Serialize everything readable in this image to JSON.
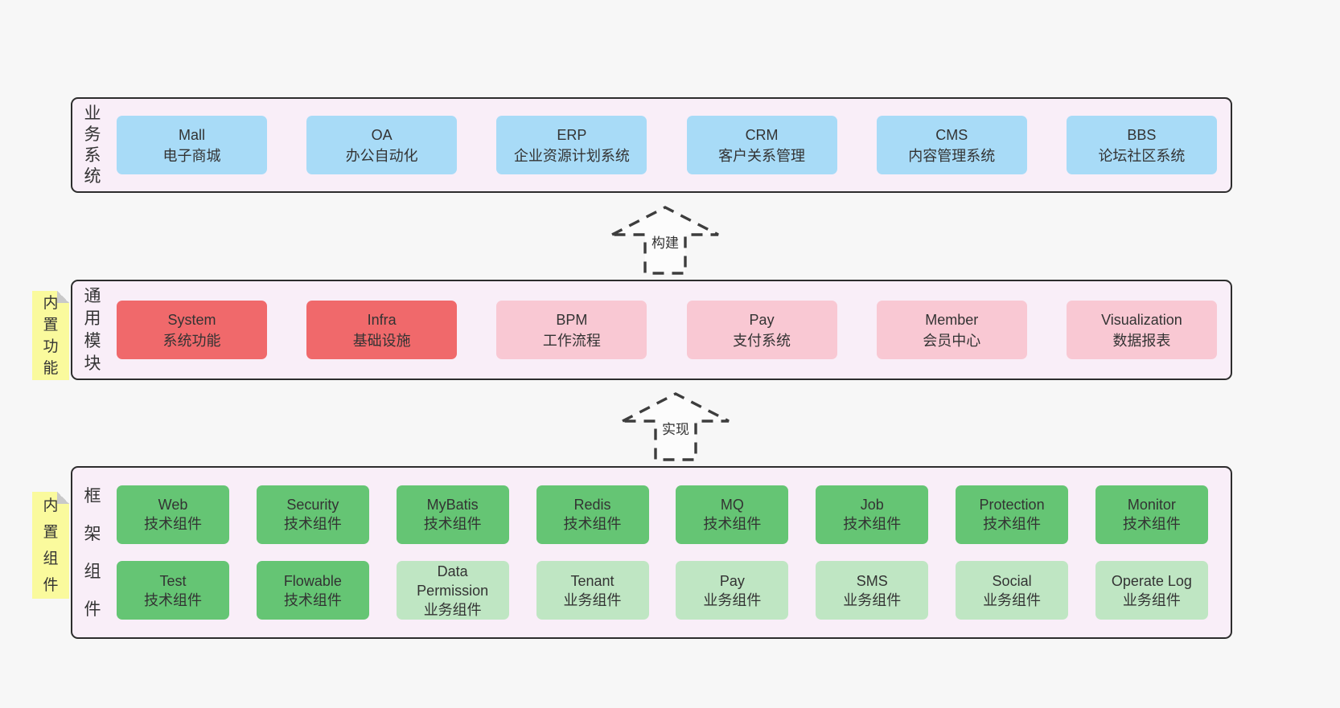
{
  "colors": {
    "page_bg": "#f7f7f7",
    "panel_bg": "#f9eef8",
    "panel_border": "#2d2d2d",
    "blue": "#a8dbf7",
    "red": "#f0696b",
    "pink": "#f9c8d3",
    "green": "#65c574",
    "green_light": "#bfe6c3",
    "yellow": "#fafa9d",
    "fold": "#c9c9c9",
    "text": "#333333",
    "arrow": "#3d3d3d"
  },
  "layers": [
    {
      "id": "business",
      "label": "业务系统",
      "rows": [
        [
          {
            "name": "Mall",
            "desc": "电子商城",
            "type": "blue"
          },
          {
            "name": "OA",
            "desc": "办公自动化",
            "type": "blue"
          },
          {
            "name": "ERP",
            "desc": "企业资源计划系统",
            "type": "blue"
          },
          {
            "name": "CRM",
            "desc": "客户关系管理",
            "type": "blue"
          },
          {
            "name": "CMS",
            "desc": "内容管理系统",
            "type": "blue"
          },
          {
            "name": "BBS",
            "desc": "论坛社区系统",
            "type": "blue"
          }
        ]
      ]
    },
    {
      "id": "modules",
      "label": "通用模块",
      "note": "内置功能",
      "rows": [
        [
          {
            "name": "System",
            "desc": "系统功能",
            "type": "red"
          },
          {
            "name": "Infra",
            "desc": "基础设施",
            "type": "red"
          },
          {
            "name": "BPM",
            "desc": "工作流程",
            "type": "pink"
          },
          {
            "name": "Pay",
            "desc": "支付系统",
            "type": "pink"
          },
          {
            "name": "Member",
            "desc": "会员中心",
            "type": "pink"
          },
          {
            "name": "Visualization",
            "desc": "数据报表",
            "type": "pink"
          }
        ]
      ]
    },
    {
      "id": "components",
      "label": "框架组件",
      "note": "内置组件",
      "rows": [
        [
          {
            "name": "Web",
            "desc": "技术组件",
            "type": "green"
          },
          {
            "name": "Security",
            "desc": "技术组件",
            "type": "green"
          },
          {
            "name": "MyBatis",
            "desc": "技术组件",
            "type": "green"
          },
          {
            "name": "Redis",
            "desc": "技术组件",
            "type": "green"
          },
          {
            "name": "MQ",
            "desc": "技术组件",
            "type": "green"
          },
          {
            "name": "Job",
            "desc": "技术组件",
            "type": "green"
          },
          {
            "name": "Protection",
            "desc": "技术组件",
            "type": "green"
          },
          {
            "name": "Monitor",
            "desc": "技术组件",
            "type": "green"
          }
        ],
        [
          {
            "name": "Test",
            "desc": "技术组件",
            "type": "green"
          },
          {
            "name": "Flowable",
            "desc": "技术组件",
            "type": "green"
          },
          {
            "name": "Data Permission",
            "desc": "业务组件",
            "type": "lightgreen"
          },
          {
            "name": "Tenant",
            "desc": "业务组件",
            "type": "lightgreen"
          },
          {
            "name": "Pay",
            "desc": "业务组件",
            "type": "lightgreen"
          },
          {
            "name": "SMS",
            "desc": "业务组件",
            "type": "lightgreen"
          },
          {
            "name": "Social",
            "desc": "业务组件",
            "type": "lightgreen"
          },
          {
            "name": "Operate Log",
            "desc": "业务组件",
            "type": "lightgreen"
          }
        ]
      ]
    }
  ],
  "arrows": [
    {
      "label": "构建"
    },
    {
      "label": "实现"
    }
  ]
}
